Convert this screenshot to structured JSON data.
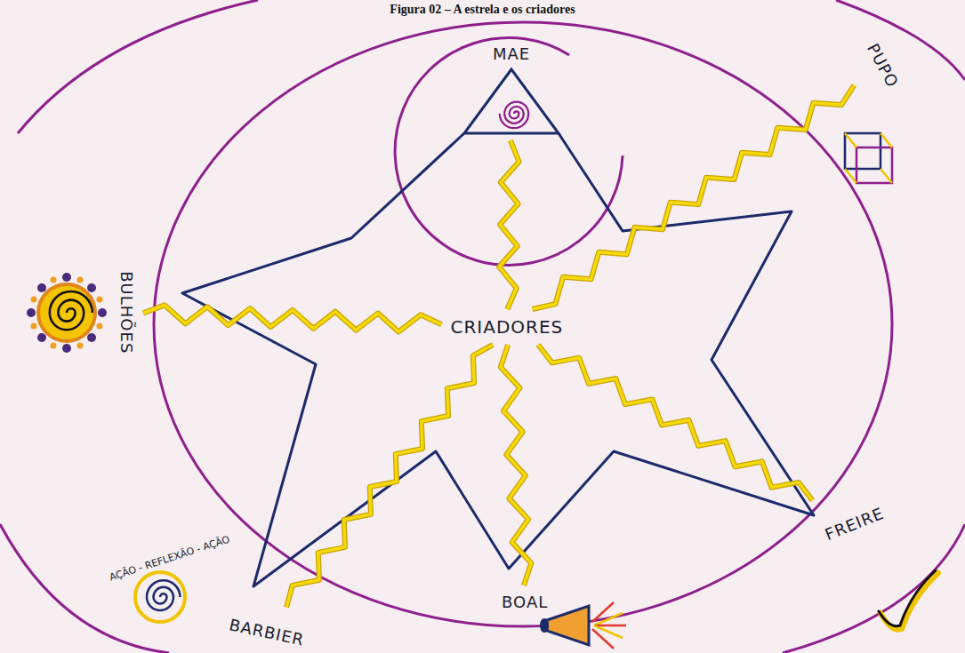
{
  "diagram": {
    "title": "Figura 02 – A estrela e os criadores",
    "nodes": [
      {
        "text": [
          "MAE"
        ]
      },
      {
        "text": [
          "PUPO"
        ]
      },
      {
        "text": [
          "BULHÕES"
        ]
      },
      {
        "text": [
          "CRIADORES"
        ]
      },
      {
        "text": [
          "BARBIER"
        ]
      },
      {
        "text": [
          "BOAL"
        ]
      },
      {
        "text": [
          "FREIRE"
        ]
      }
    ],
    "edges": [
      {
        "from": 3,
        "to": 0,
        "arrow": "none"
      },
      {
        "from": 3,
        "to": 1,
        "arrow": "none"
      },
      {
        "from": 3,
        "to": 2,
        "arrow": "none"
      },
      {
        "from": 3,
        "to": 4,
        "arrow": "none"
      },
      {
        "from": 3,
        "to": 5,
        "arrow": "none"
      },
      {
        "from": 3,
        "to": 6,
        "arrow": "none"
      }
    ],
    "labels": [
      "AÇÃO - REFLEXÃO - AÇÃO"
    ]
  }
}
